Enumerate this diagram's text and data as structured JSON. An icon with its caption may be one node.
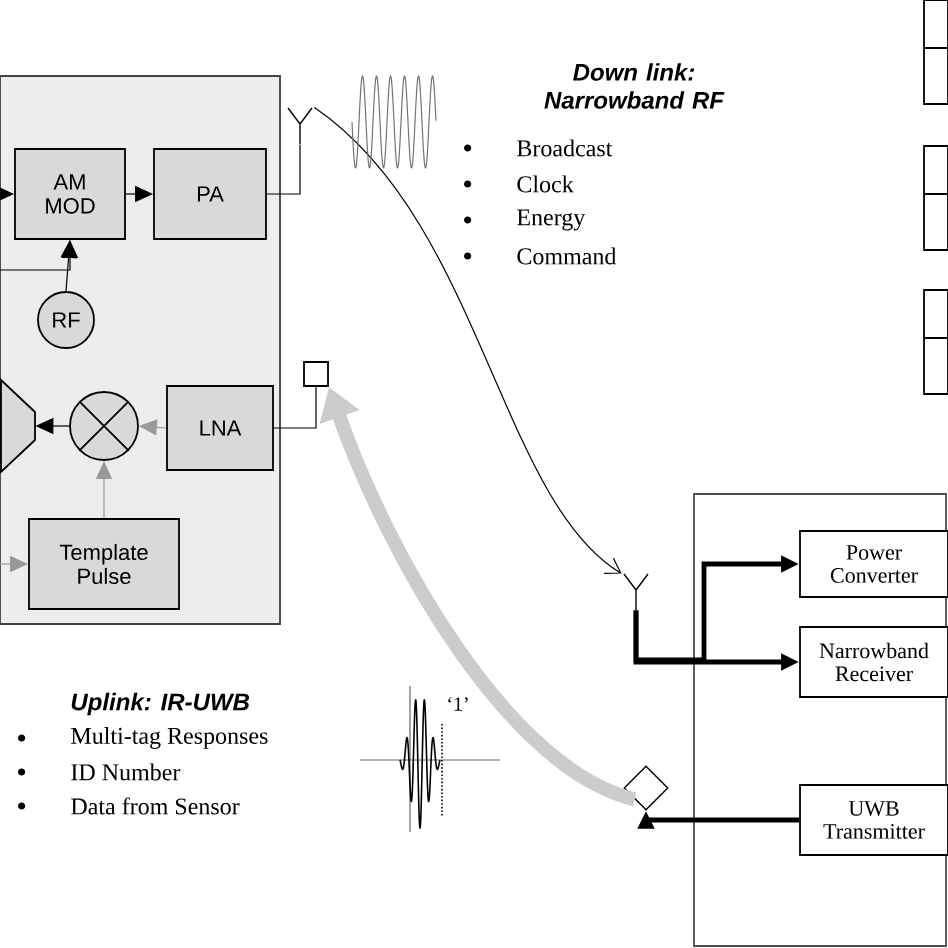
{
  "diagram": {
    "nodes": [
      {
        "text": [],
        "shape": "box"
      },
      {
        "text": [
          "AM MOD"
        ],
        "in": 0
      },
      {
        "text": [
          "PA"
        ],
        "in": 0
      },
      {
        "text": [
          "RF"
        ],
        "in": 0
      },
      {
        "text": [],
        "shape": "circle",
        "in": 0
      },
      {
        "text": [
          "LNA"
        ],
        "in": 0
      },
      {
        "text": [],
        "shape": "triangle",
        "in": 0
      },
      {
        "text": [
          "Template Pulse"
        ],
        "in": 0
      },
      {
        "text": [],
        "shape": "antenna"
      },
      {
        "text": [],
        "shape": "box"
      },
      {
        "text": [],
        "shape": "box"
      },
      {
        "text": [
          "Power Converter"
        ],
        "in": 10
      },
      {
        "text": [
          "Narrowband Receiver"
        ],
        "in": 10
      },
      {
        "text": [
          "UWB Transmitter"
        ],
        "in": 10
      },
      {
        "text": [],
        "shape": "antenna"
      },
      {
        "text": [],
        "shape": "diamond"
      },
      {
        "text": [],
        "shape": "box"
      },
      {
        "text": [],
        "shape": "box"
      },
      {
        "text": [],
        "shape": "box"
      }
    ],
    "edges": [
      {
        "from": null,
        "to": 1,
        "arrow": "to"
      },
      {
        "from": null,
        "to": 1,
        "arrow": "to"
      },
      {
        "from": 3,
        "to": 1,
        "arrow": "to"
      },
      {
        "from": 1,
        "to": 2,
        "arrow": "to"
      },
      {
        "from": 2,
        "to": 8,
        "arrow": "none"
      },
      {
        "from": 8,
        "to": 14,
        "arrow": "to"
      },
      {
        "from": 9,
        "to": 5,
        "arrow": "none"
      },
      {
        "from": 5,
        "to": 4,
        "arrow": "to",
        "color": "#999999"
      },
      {
        "from": 4,
        "to": 6,
        "arrow": "to"
      },
      {
        "from": 7,
        "to": 4,
        "arrow": "to",
        "color": "#999999"
      },
      {
        "from": null,
        "to": 7,
        "arrow": "to",
        "color": "#999999"
      },
      {
        "from": 15,
        "to": 9,
        "arrow": "to",
        "style": "thick",
        "color": "#cccccc"
      },
      {
        "from": 13,
        "to": 15,
        "arrow": "to",
        "style": "thick"
      },
      {
        "from": 14,
        "to": 11,
        "arrow": "to",
        "style": "thick"
      },
      {
        "from": 14,
        "to": 12,
        "arrow": "to",
        "style": "thick"
      }
    ],
    "labels": [
      "Down link: Narrowband RF",
      "Broadcast",
      "Clock",
      "Energy",
      "Command",
      "Uplink: IR-UWB",
      "Multi-tag Responses",
      "ID Number",
      "Data from Sensor",
      "‘1’"
    ]
  }
}
